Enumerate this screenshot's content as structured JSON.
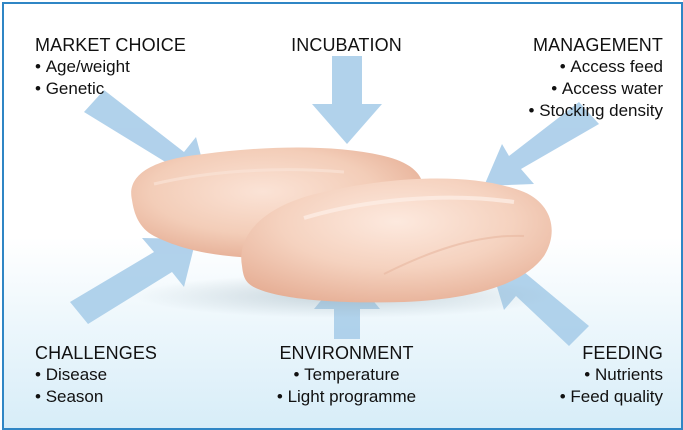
{
  "groups": {
    "market_choice": {
      "title": "MARKET CHOICE",
      "items": [
        "Age/weight",
        "Genetic"
      ]
    },
    "incubation": {
      "title": "INCUBATION"
    },
    "management": {
      "title": "MANAGEMENT",
      "items": [
        "Access feed",
        "Access water",
        "Stocking density"
      ]
    },
    "challenges": {
      "title": "CHALLENGES",
      "items": [
        "Disease",
        "Season"
      ]
    },
    "environment": {
      "title": "ENVIRONMENT",
      "items": [
        "Temperature",
        "Light programme"
      ]
    },
    "feeding": {
      "title": "FEEDING",
      "items": [
        "Nutrients",
        "Feed quality"
      ]
    }
  },
  "colors": {
    "border": "#2f86c5",
    "arrow": "#a9cde9",
    "meat": "#f1c9b3"
  },
  "image": "chicken-breast-fillets"
}
